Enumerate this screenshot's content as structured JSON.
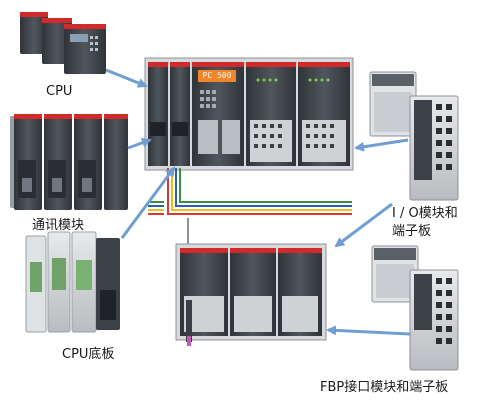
{
  "labels": {
    "cpu": "CPU",
    "comm_module": "通讯模块",
    "cpu_baseplate": "CPU底板",
    "io_line1": "I / O模块和",
    "io_line2": "端子板",
    "fbp": "FBP接口模块和端子板"
  },
  "display": {
    "cpu_screen": "PC 500"
  },
  "colors": {
    "arrow": "#6f9fd0",
    "module_dark": "#3c4147",
    "module_mid": "#5a6068",
    "module_light": "#c9ccd0",
    "brand_red": "#d12a2a",
    "bus_red": "#d63a2c",
    "bus_yellow": "#e8c21f",
    "bus_blue": "#2f5ea8",
    "bus_green": "#3b8f4a"
  }
}
